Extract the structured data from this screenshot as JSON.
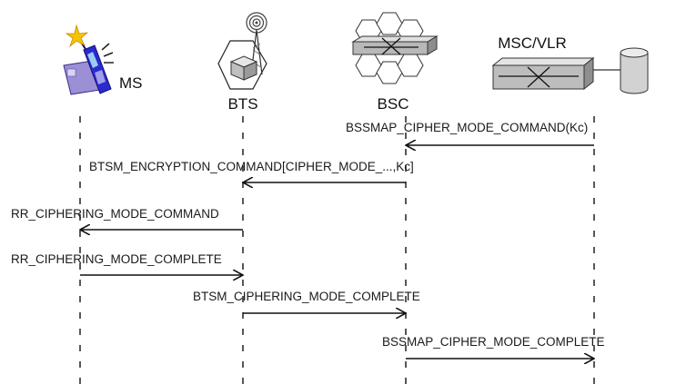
{
  "entities": [
    {
      "id": "ms",
      "label": "MS",
      "icon": "mobile-phone-icon"
    },
    {
      "id": "bts",
      "label": "BTS",
      "icon": "bts-tower-icon"
    },
    {
      "id": "bsc",
      "label": "BSC",
      "icon": "bsc-switch-icon"
    },
    {
      "id": "msc",
      "label": "MSC/VLR",
      "icon": "msc-vlr-icon"
    }
  ],
  "messages": [
    {
      "label": "BSSMAP_CIPHER_MODE_COMMAND(Kc)",
      "from": "msc",
      "to": "bsc"
    },
    {
      "label": "BTSM_ENCRYPTION_COMMAND[CIPHER_MODE_...,Kc]",
      "from": "bsc",
      "to": "bts"
    },
    {
      "label": "RR_CIPHERING_MODE_COMMAND",
      "from": "bts",
      "to": "ms"
    },
    {
      "label": "RR_CIPHERING_MODE_COMPLETE",
      "from": "ms",
      "to": "bts"
    },
    {
      "label": "BTSM_CIPHERING_MODE_COMPLETE",
      "from": "bts",
      "to": "bsc"
    },
    {
      "label": "BSSMAP_CIPHER_MODE_COMPLETE",
      "from": "bsc",
      "to": "msc"
    }
  ],
  "colors": {
    "line": "#111111",
    "device_gray": "#c9c9c9",
    "phone_purple": "#9b8fd6",
    "phone_blue": "#2a2ad0",
    "spark_yellow": "#f5c400"
  }
}
